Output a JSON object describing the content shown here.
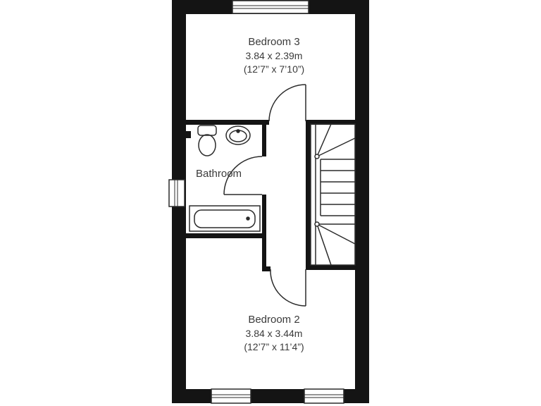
{
  "rooms": {
    "bedroom3": {
      "name": "Bedroom 3",
      "metric": "3.84 x 2.39m",
      "imperial": "(12’7” x 7’10”)"
    },
    "bathroom": {
      "name": "Bathroom"
    },
    "bedroom2": {
      "name": "Bedroom 2",
      "metric": "3.84 x 3.44m",
      "imperial": "(12’7” x 11’4”)"
    }
  },
  "colors": {
    "wall": "#141414",
    "line": "#2b2b2b",
    "background": "#ffffff"
  }
}
